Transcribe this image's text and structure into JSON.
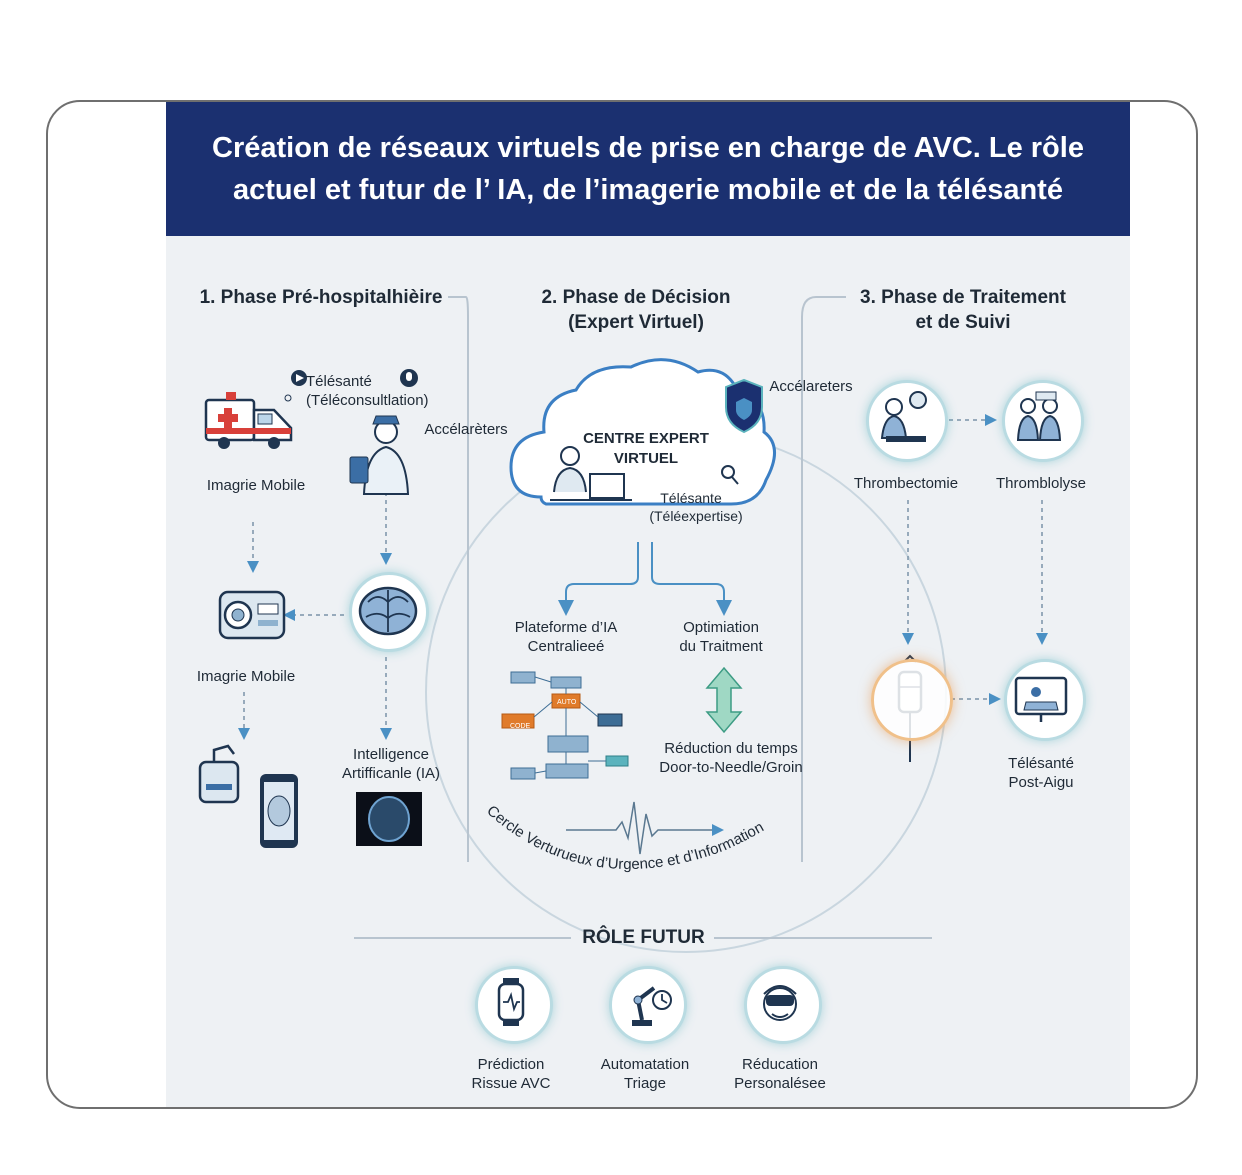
{
  "title": "Création de réseaux virtuels de prise en charge de AVC. Le rôle actuel et futur de l’ IA, de l’imagerie mobile et de la télésanté",
  "phases": {
    "p1": "1. Phase Pré-hospitalhièire",
    "p2_l1": "2. Phase de Décision",
    "p2_l2": "(Expert Virtuel)",
    "p3_l1": "3. Phase de Traitement",
    "p3_l2": "et de Suivi"
  },
  "left": {
    "telesante_l1": "Télésanté",
    "telesante_l2": "(Téléconsultlation)",
    "imagerie1": "Imagrie Mobile",
    "imagerie2": "Imagrie Mobile",
    "ia_l1": "Intelligence",
    "ia_l2": "Artifficanle (IA)",
    "accelerateurs": "Accélarèters"
  },
  "center": {
    "cloud_l1": "CENTRE EXPERT",
    "cloud_l2": "VIRTUEL",
    "telesante_l1": "Télésante",
    "telesante_l2": "(Téléexpertise)",
    "platform_l1": "Plateforme d’IA",
    "platform_l2": "Centralieeé",
    "optim_l1": "Optimiation",
    "optim_l2": "du Traitment",
    "reduction_l1": "Réduction du temps",
    "reduction_l2": "Door-to-Needle/Groin",
    "cercle": "Cercle Verturueux d’Urgence et d’Information",
    "flow_tag1": "CODE",
    "flow_tag2": "AUTO"
  },
  "right": {
    "accelerateurs": "Accélareters",
    "thrombectomie": "Thrombectomie",
    "thrombolyse": "Thromblolyse",
    "telesante_l1": "Télésanté",
    "telesante_l2": "Post-Aigu"
  },
  "future": {
    "heading": "RÔLE FUTUR",
    "items": [
      {
        "l1": "Prédiction",
        "l2": "Rissue AVC"
      },
      {
        "l1": "Automatation",
        "l2": "Triage"
      },
      {
        "l1": "Réducation",
        "l2": "Personalésee"
      }
    ]
  },
  "colors": {
    "banner": "#1b3070",
    "background": "#eef1f4",
    "accent_teal": "#5bb3bd",
    "accent_orange": "#e07b2a",
    "line_blue": "#4a90c4"
  }
}
